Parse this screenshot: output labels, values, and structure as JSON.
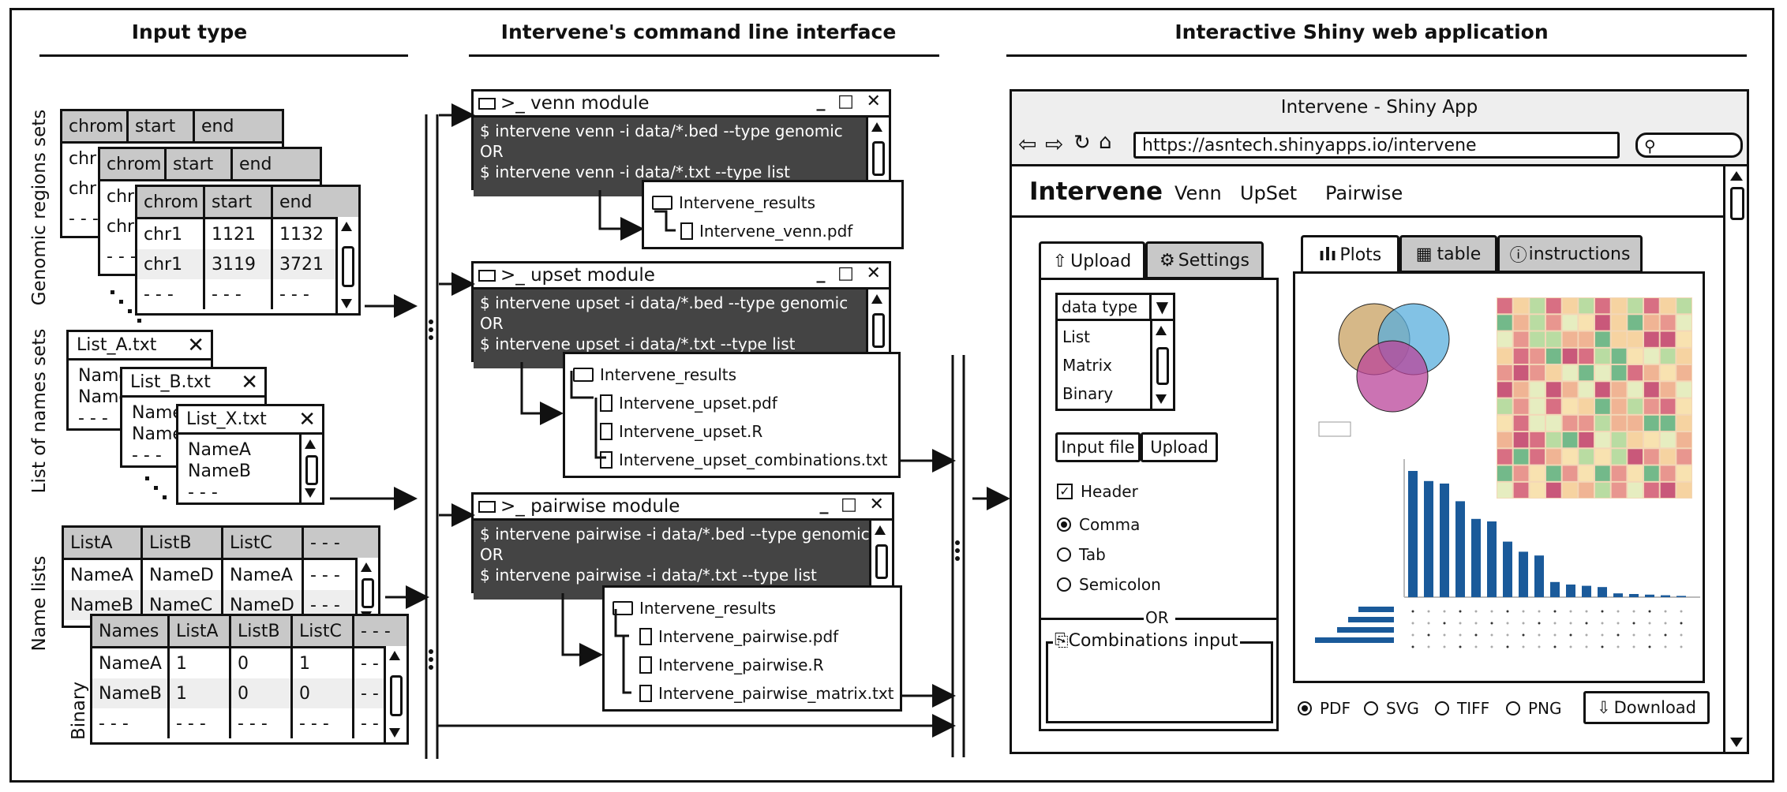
{
  "sections": {
    "input": "Input type",
    "cli": "Intervene's command line interface",
    "shiny": "Interactive Shiny web application"
  },
  "side_labels": {
    "genomic": "Genomic regions sets",
    "names": "List of names sets",
    "name_lists": "Name lists",
    "binary": "Binary"
  },
  "genomic_tables": {
    "headers": [
      "chrom",
      "start",
      "end"
    ],
    "rows": [
      [
        "chr1",
        "1121",
        "1132"
      ],
      [
        "chr1",
        "3119",
        "3721"
      ],
      [
        "- - -",
        "- - -",
        "- - -"
      ]
    ],
    "back_cells": [
      "chr",
      "chr",
      "- - -",
      "chr",
      "chr",
      "- - -"
    ]
  },
  "list_files": [
    {
      "title": "List_A.txt",
      "lines": [
        "NameA",
        "NameB",
        "- - -"
      ]
    },
    {
      "title": "List_B.txt",
      "lines": [
        "NameA",
        "NameB",
        "- - -"
      ]
    },
    {
      "title": "List_X.txt",
      "lines": [
        "NameA",
        "NameB",
        "- - -"
      ]
    }
  ],
  "close_glyph": "✕",
  "ellipsis": "- - -",
  "name_lists_table": {
    "headers": [
      "ListA",
      "ListB",
      "ListC",
      "- - -"
    ],
    "rows": [
      [
        "NameA",
        "NameD",
        "NameA",
        "- - -"
      ],
      [
        "NameB",
        "NameC",
        "NameD",
        "- - -"
      ]
    ]
  },
  "binary_table": {
    "headers": [
      "Names",
      "ListA",
      "ListB",
      "ListC",
      "- - -"
    ],
    "rows": [
      [
        "NameA",
        "1",
        "0",
        "1",
        "- -"
      ],
      [
        "NameB",
        "1",
        "0",
        "0",
        "- -"
      ],
      [
        "- - -",
        "- - -",
        "- - -",
        "- - -",
        "- -"
      ]
    ]
  },
  "modules": [
    {
      "title": ">_ venn module",
      "cmd1": "$ intervene venn -i data/*.bed --type genomic",
      "or": "OR",
      "cmd2": "$ intervene venn -i data/*.txt --type list",
      "folder": "Intervene_results",
      "files": [
        "Intervene_venn.pdf"
      ]
    },
    {
      "title": ">_ upset module",
      "cmd1": "$ intervene upset -i data/*.bed --type genomic",
      "or": "OR",
      "cmd2": "$ intervene upset -i data/*.txt --type list",
      "folder": "Intervene_results",
      "files": [
        "Intervene_upset.pdf",
        "Intervene_upset.R",
        "Intervene_upset_combinations.txt"
      ]
    },
    {
      "title": ">_ pairwise module",
      "cmd1": "$ intervene pairwise -i data/*.bed --type genomic",
      "or": "OR",
      "cmd2": "$ intervene pairwise -i data/*.txt --type list",
      "folder": "Intervene_results",
      "files": [
        "Intervene_pairwise.pdf",
        "Intervene_pairwise.R",
        "Intervene_pairwise_matrix.txt"
      ]
    }
  ],
  "window_controls": "_ □ ✕",
  "shiny": {
    "window_title": "Intervene - Shiny App",
    "url": "https://asntech.shinyapps.io/intervene",
    "brand": "Intervene",
    "nav": [
      "Venn",
      "UpSet",
      "Pairwise"
    ],
    "left_tabs": [
      "Upload",
      "Settings"
    ],
    "data_type_placeholder": "data type",
    "data_types": [
      "List",
      "Matrix",
      "Binary"
    ],
    "input_file_label": "Input file",
    "upload_button": "Upload",
    "header_checkbox": "Header",
    "separators": [
      "Comma",
      "Tab",
      "Semicolon"
    ],
    "selected_separator": "Comma",
    "or_text": "OR",
    "combinations_label": "Combinations input",
    "right_tabs": [
      "Plots",
      "table",
      "instructions"
    ],
    "formats": [
      "PDF",
      "SVG",
      "TIFF",
      "PNG"
    ],
    "selected_format": "PDF",
    "download_button": "Download",
    "colors": {
      "dark_fill": "#444444",
      "bar_blue": "#1a5a9a",
      "venn": [
        "#c8a060",
        "#58aedc",
        "#b9449a"
      ]
    },
    "heatmap": {
      "grid": [
        12,
        12
      ],
      "palette": [
        "#d86f83",
        "#e8968f",
        "#f0b494",
        "#f6d3a1",
        "#f8e2b0",
        "#e6edc0",
        "#b9dca2",
        "#73b98a",
        "#c9587a"
      ]
    },
    "upset": {
      "bars": [
        1.0,
        0.92,
        0.9,
        0.76,
        0.62,
        0.6,
        0.44,
        0.36,
        0.33,
        0.12,
        0.1,
        0.09,
        0.08,
        0.03,
        0.025,
        0.02,
        0.015,
        0.01
      ],
      "set_sizes": [
        0.45,
        0.58,
        0.72,
        1.0
      ]
    }
  }
}
